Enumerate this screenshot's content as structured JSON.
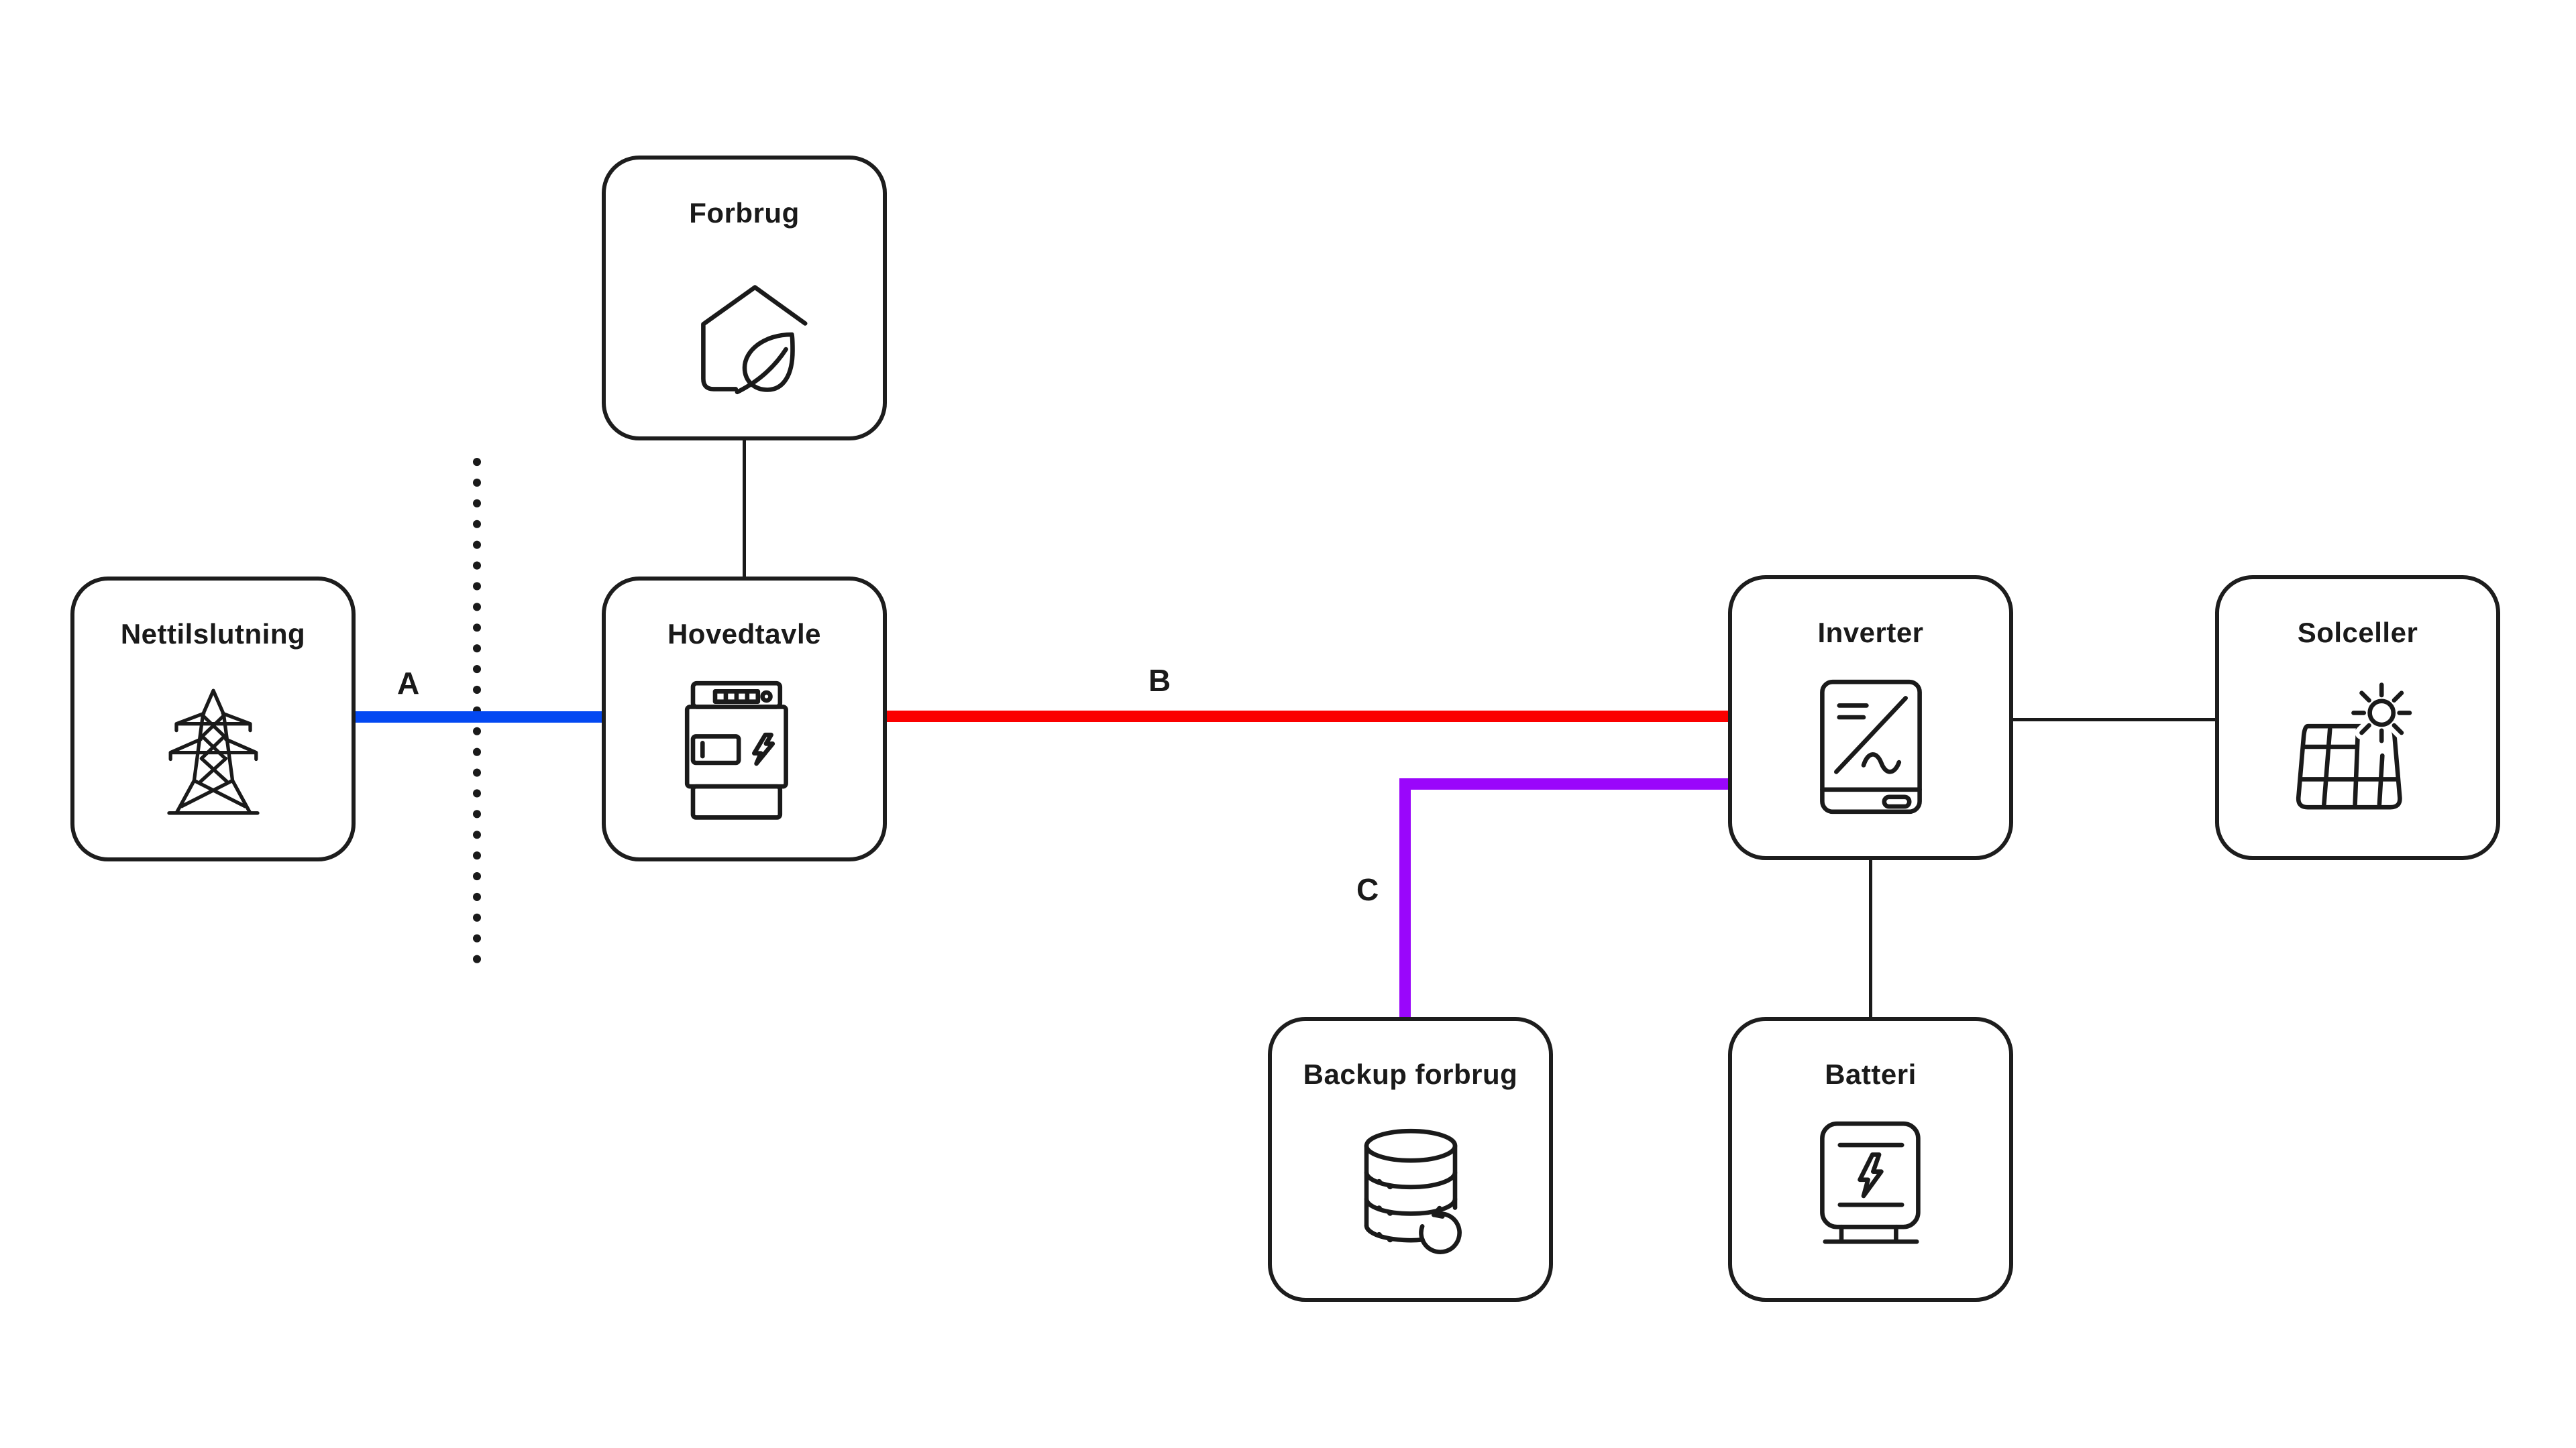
{
  "page": {
    "background": "#ffffff",
    "outline_color": "#1d1d1d",
    "text_color": "#1a1a1a"
  },
  "nodes": [
    {
      "id": "nettilslutning",
      "label": "Nettilslutning",
      "icon": "transmission-tower-icon"
    },
    {
      "id": "forbrug",
      "label": "Forbrug",
      "icon": "house-leaf-icon"
    },
    {
      "id": "hovedtavle",
      "label": "Hovedtavle",
      "icon": "electricity-meter-icon"
    },
    {
      "id": "inverter",
      "label": "Inverter",
      "icon": "inverter-icon"
    },
    {
      "id": "solceller",
      "label": "Solceller",
      "icon": "solar-panel-sun-icon"
    },
    {
      "id": "backup-forbrug",
      "label": "Backup forbrug",
      "icon": "database-restore-icon"
    },
    {
      "id": "batteri",
      "label": "Batteri",
      "icon": "battery-icon"
    }
  ],
  "connections": [
    {
      "label": "A",
      "from": "nettilslutning",
      "to": "hovedtavle",
      "color": "#0348F2",
      "style": "thick"
    },
    {
      "label": "B",
      "from": "hovedtavle",
      "to": "inverter",
      "color": "#FB0000",
      "style": "thick"
    },
    {
      "label": "C",
      "from": "inverter",
      "to": "backup-forbrug",
      "color": "#9A06FB",
      "style": "thick"
    },
    {
      "label": "",
      "from": "forbrug",
      "to": "hovedtavle",
      "color": "#1a1a1a",
      "style": "thin"
    },
    {
      "label": "",
      "from": "inverter",
      "to": "solceller",
      "color": "#1a1a1a",
      "style": "thin"
    },
    {
      "label": "",
      "from": "inverter",
      "to": "batteri",
      "color": "#1a1a1a",
      "style": "thin"
    }
  ],
  "separator": {
    "style": "vertical-dotted",
    "color": "#1a1a1a"
  }
}
